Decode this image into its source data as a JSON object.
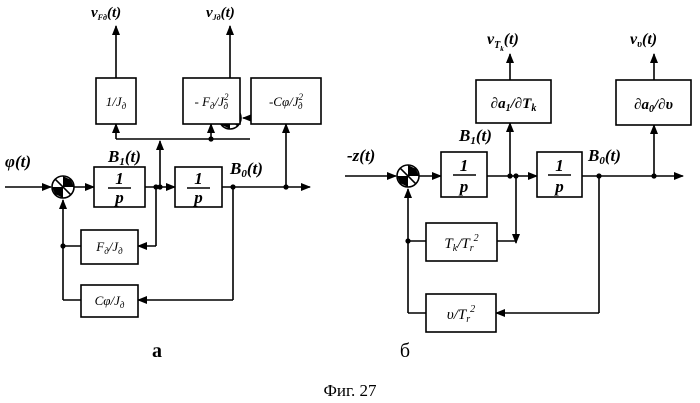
{
  "panel_a": {
    "label": "а",
    "input_label": "φ(t)",
    "b1_label": "B1(t)",
    "b0_label": "B0(t)",
    "out_vf_label": "vFд(t)",
    "out_vj_label": "vJд(t)",
    "blocks": {
      "integ1": "1/p",
      "integ2": "1/p",
      "inv_j": "1/Jд",
      "neg_f_j2": "- Fд/Jд2",
      "neg_c_j2": "-Cφ/Jд2",
      "fb_f": "Fд/Jд",
      "fb_c": "Cφ/Jд"
    }
  },
  "panel_b": {
    "label": "б",
    "input_label": "-z(t)",
    "b1_label": "B1(t)",
    "b0_label": "B0(t)",
    "out_vt_label": "vTk(t)",
    "out_vu_label": "vυ(t)",
    "blocks": {
      "integ1": "1/p",
      "integ2": "1/p",
      "sens_a1": "∂a1/∂Tk",
      "sens_a0": "∂a0/∂υ",
      "fb_tk": "Tk/Tr2",
      "fb_u": "υ/Tr2"
    }
  },
  "caption": "Фиг. 27"
}
